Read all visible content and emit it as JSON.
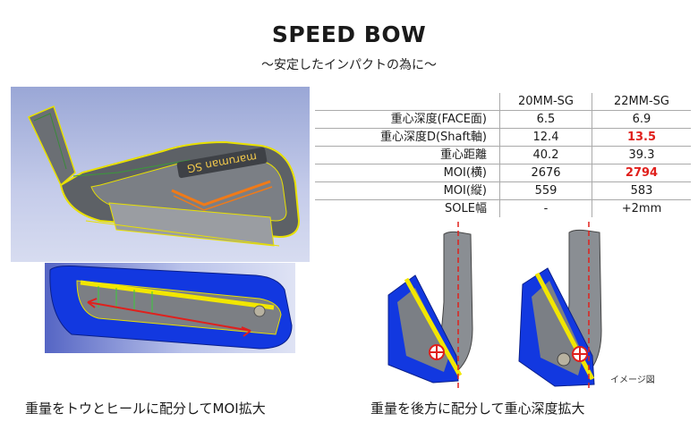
{
  "title": "SPEED BOW",
  "subtitle": "〜安定したインパクトの為に〜",
  "brand_mark": "maruman SG",
  "table": {
    "headers": [
      "20MM-SG",
      "22MM-SG"
    ],
    "rows": [
      {
        "label": "重心深度(FACE面)",
        "v1": "6.5",
        "v2": "6.9",
        "highlight": false
      },
      {
        "label": "重心深度D(Shaft軸)",
        "v1": "12.4",
        "v2": "13.5",
        "highlight": true
      },
      {
        "label": "重心距離",
        "v1": "40.2",
        "v2": "39.3",
        "highlight": false
      },
      {
        "label": "MOI(横)",
        "v1": "2676",
        "v2": "2794",
        "highlight": true
      },
      {
        "label": "MOI(縦)",
        "v1": "559",
        "v2": "583",
        "highlight": false
      },
      {
        "label": "SOLE幅",
        "v1": "-",
        "v2": "+2mm",
        "highlight": false
      }
    ]
  },
  "captions": {
    "left": "重量をトウとヒールに配分してMOI拡大",
    "right": "重量を後方に配分して重心深度拡大"
  },
  "image_note": "イメージ図",
  "colors": {
    "highlight": "#e0201c",
    "sole_blue": "#1238e0",
    "accent_orange": "#f07a18",
    "yellow": "#f2e600"
  }
}
